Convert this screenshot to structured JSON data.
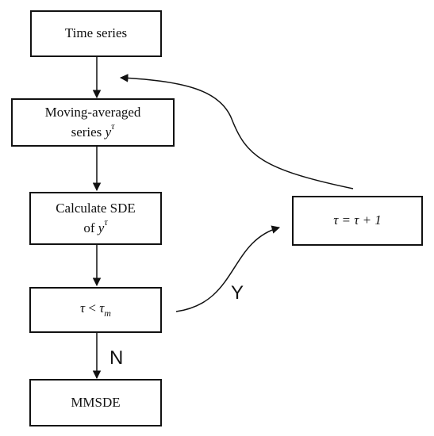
{
  "nodes": {
    "time_series": {
      "label": "Time series"
    },
    "moving_averaged": {
      "line1": "Moving-averaged",
      "line2": "series",
      "var": "y",
      "sup": "τ"
    },
    "calculate_sde": {
      "line1": "Calculate SDE",
      "line2": "of",
      "var": "y",
      "sup": "τ"
    },
    "condition": {
      "lhs": "τ",
      "op": " < ",
      "rhs": "τ",
      "sub": "m"
    },
    "update": {
      "label": "τ = τ + 1"
    },
    "mmsde": {
      "label": "MMSDE"
    }
  },
  "edges": {
    "yes_label": "Y",
    "no_label": "N"
  },
  "colors": {
    "stroke": "#111111",
    "background": "#ffffff"
  }
}
